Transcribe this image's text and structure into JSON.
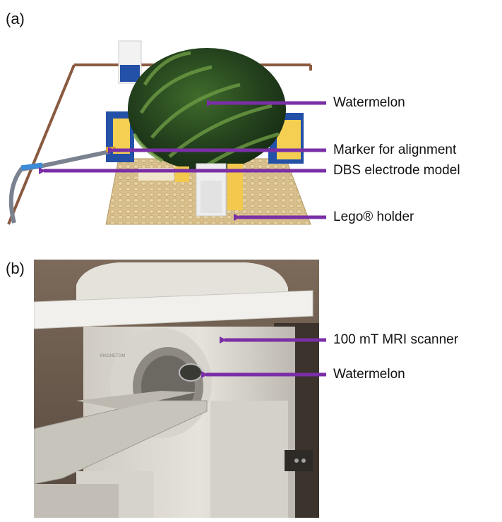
{
  "panels": [
    {
      "label": "(a)",
      "annotations": [
        "Watermelon",
        "Marker for alignment",
        "DBS electrode model",
        "Lego® holder"
      ]
    },
    {
      "label": "(b)",
      "annotations": [
        "100 mT MRI scanner",
        "Watermelon"
      ],
      "scanner_logo_text": "MAGNETOM"
    }
  ],
  "colors": {
    "arrow": "#7a2fa6",
    "lego_base": "#d9c08e",
    "watermelon_dark": "#1f3a1a",
    "watermelon_stripe": "#5d8a3a",
    "scanner_body": "#dedbd3",
    "room_wall": "#6b5c4e"
  }
}
